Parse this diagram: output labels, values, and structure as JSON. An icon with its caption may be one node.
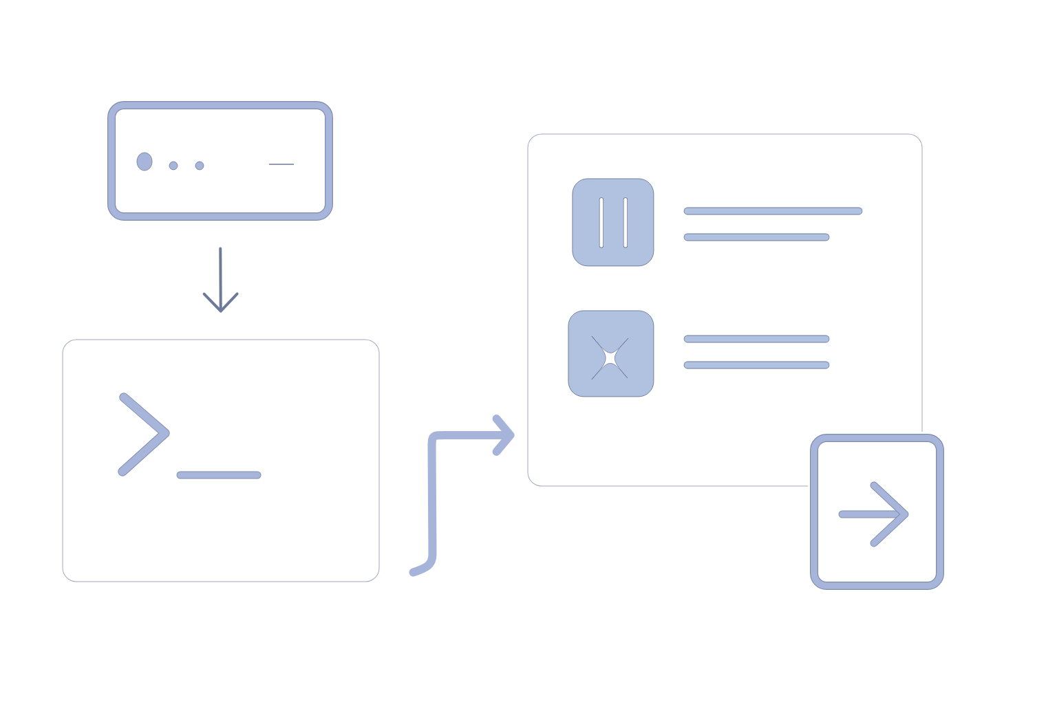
{
  "diagram": {
    "nodes": [
      {
        "text": [],
        "shape": "box"
      },
      {
        "text": [],
        "shape": "box"
      },
      {
        "text": [],
        "shape": "box"
      },
      {
        "text": [],
        "shape": "box",
        "in": 2
      },
      {
        "text": [],
        "shape": "box",
        "in": 2
      },
      {
        "text": [],
        "shape": "box"
      }
    ],
    "edges": [
      {
        "from": 0,
        "to": 1,
        "arrow": "to",
        "color": "#6e7a9a"
      },
      {
        "from": 1,
        "to": 2,
        "arrow": "to",
        "style": "thick"
      }
    ]
  }
}
